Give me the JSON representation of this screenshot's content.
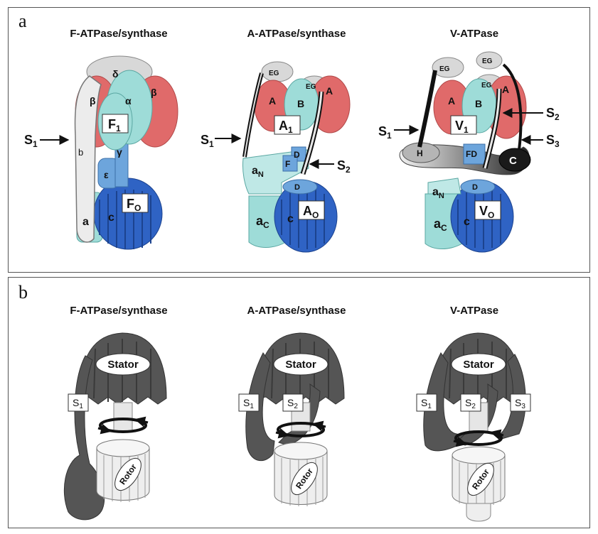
{
  "panel_a": {
    "letter": "a",
    "titles": [
      "F-ATPase/synthase",
      "A-ATPase/synthase",
      "V-ATPase"
    ],
    "f": {
      "delta": "δ",
      "beta_l": "β",
      "alpha": "α",
      "beta_r": "β",
      "F1_main": "F",
      "F1_sub": "1",
      "S1_main": "S",
      "S1_sub": "1",
      "b": "b",
      "gamma": "γ",
      "epsilon": "ε",
      "Fo_main": "F",
      "Fo_sub": "O",
      "a": "a",
      "c": "c"
    },
    "a": {
      "EG1": "EG",
      "EG2": "EG",
      "A_l": "A",
      "B": "B",
      "A_r": "A",
      "A1_main": "A",
      "A1_sub": "1",
      "S1_main": "S",
      "S1_sub": "1",
      "D": "D",
      "F": "F",
      "S2_main": "S",
      "S2_sub": "2",
      "aN_main": "a",
      "aN_sub": "N",
      "d": "D",
      "aC_main": "a",
      "aC_sub": "C",
      "c": "c",
      "Ao_main": "A",
      "Ao_sub": "O"
    },
    "v": {
      "EG1": "EG",
      "EG2": "EG",
      "EG3": "EG",
      "A_l": "A",
      "B": "B",
      "A_r": "A",
      "V1_main": "V",
      "V1_sub": "1",
      "S2_main": "S",
      "S2_sub": "2",
      "S1_main": "S",
      "S1_sub": "1",
      "S3_main": "S",
      "S3_sub": "3",
      "H": "H",
      "FD": "FD",
      "C": "C",
      "d": "D",
      "aN_main": "a",
      "aN_sub": "N",
      "aC_main": "a",
      "aC_sub": "C",
      "c": "c",
      "Vo_main": "V",
      "Vo_sub": "O"
    }
  },
  "panel_b": {
    "letter": "b",
    "titles": [
      "F-ATPase/synthase",
      "A-ATPase/synthase",
      "V-ATPase"
    ],
    "stator": "Stator",
    "rotor": "Rotor",
    "f_stalks": [
      {
        "main": "S",
        "sub": "1"
      }
    ],
    "a_stalks": [
      {
        "main": "S",
        "sub": "1"
      },
      {
        "main": "S",
        "sub": "2"
      }
    ],
    "v_stalks": [
      {
        "main": "S",
        "sub": "1"
      },
      {
        "main": "S",
        "sub": "2"
      },
      {
        "main": "S",
        "sub": "3"
      }
    ]
  },
  "colors": {
    "red": "#e06a6a",
    "red_dark": "#c94c4c",
    "cyan": "#9edcd8",
    "cyan_dark": "#6fbdb8",
    "blue": "#2f63c4",
    "blue_dark": "#214ea0",
    "stator_gray": "#555555",
    "rotor_light": "#eeeeee"
  }
}
